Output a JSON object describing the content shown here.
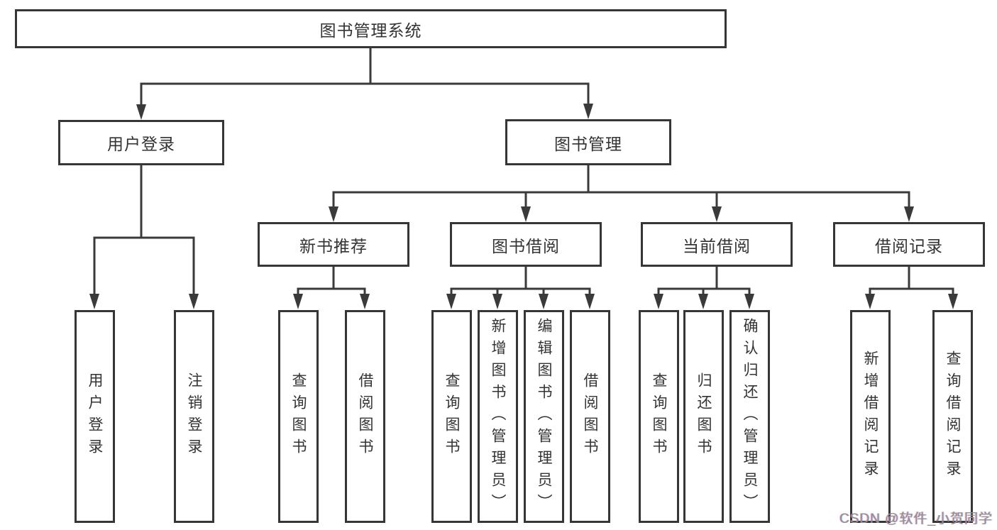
{
  "diagram": {
    "root": {
      "label": "图书管理系统"
    },
    "branches": [
      {
        "label": "用户登录",
        "children": [
          {
            "label": "用户登录"
          },
          {
            "label": "注销登录"
          }
        ]
      },
      {
        "label": "图书管理",
        "children": [
          {
            "label": "新书推荐",
            "children": [
              {
                "label": "查询图书"
              },
              {
                "label": "借阅图书"
              }
            ]
          },
          {
            "label": "图书借阅",
            "children": [
              {
                "label": "查询图书"
              },
              {
                "label": "新增图书（管理员）"
              },
              {
                "label": "编辑图书（管理员）"
              },
              {
                "label": "借阅图书"
              }
            ]
          },
          {
            "label": "当前借阅",
            "children": [
              {
                "label": "查询图书"
              },
              {
                "label": "归还图书"
              },
              {
                "label": "确认归还（管理员）"
              }
            ]
          },
          {
            "label": "借阅记录",
            "children": [
              {
                "label": "新增借阅记录"
              },
              {
                "label": "查询借阅记录"
              }
            ]
          }
        ]
      }
    ]
  },
  "watermark": {
    "text": "CSDN @软件_小贺同学"
  },
  "colors": {
    "line": "#3a3a3a",
    "border": "#363636",
    "text": "#333333",
    "background": "#ffffff",
    "watermark": "#909090"
  }
}
